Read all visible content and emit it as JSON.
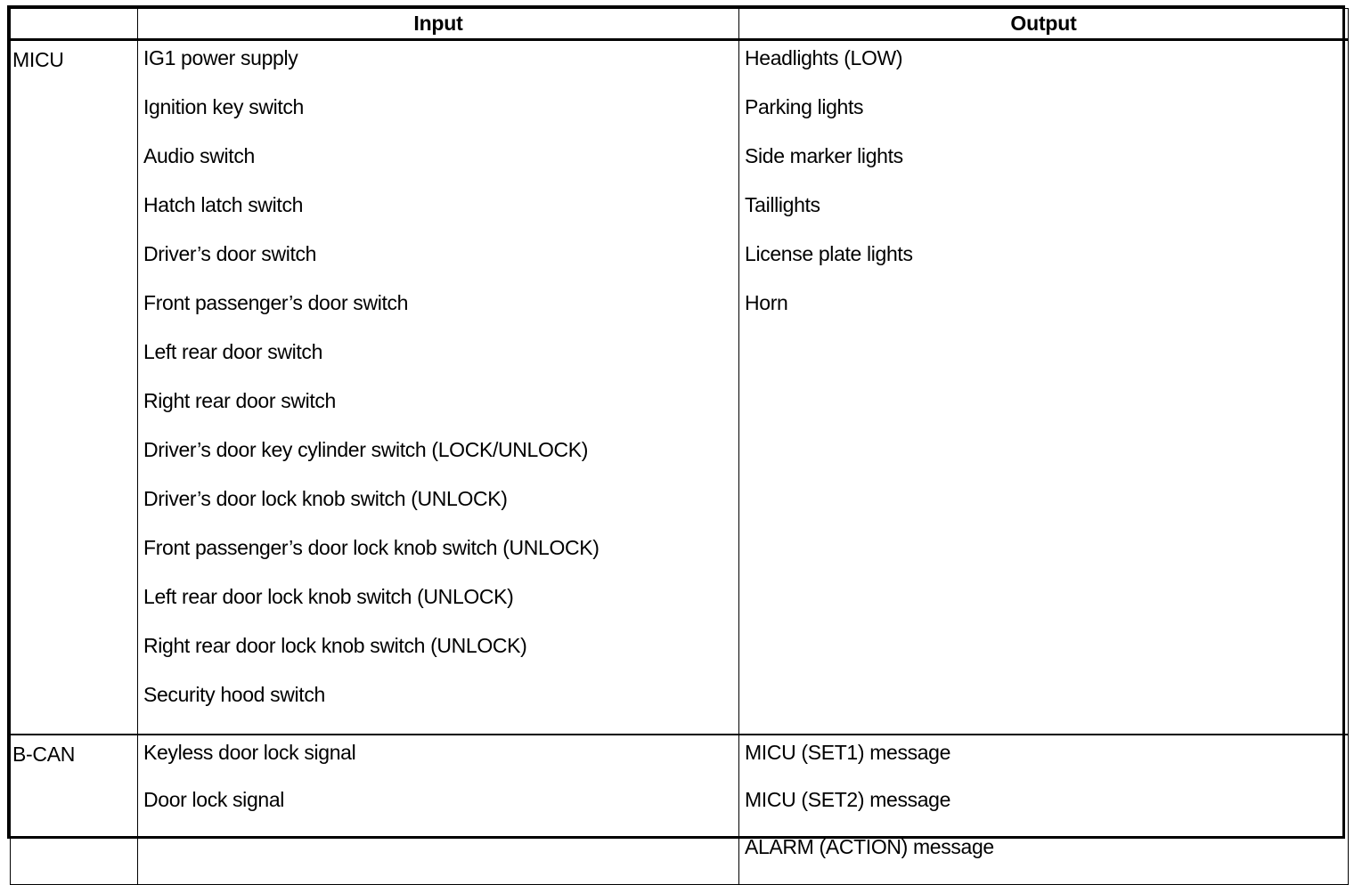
{
  "table": {
    "columns": [
      {
        "key": "system",
        "label": ""
      },
      {
        "key": "input",
        "label": "Input"
      },
      {
        "key": "output",
        "label": "Output"
      }
    ],
    "rows": [
      {
        "system": "MICU",
        "input": [
          "IG1 power supply",
          "Ignition key switch",
          "Audio switch",
          "Hatch latch switch",
          "Driver’s door switch",
          "Front passenger’s door switch",
          "Left rear door switch",
          "Right rear door switch",
          "Driver’s door key cylinder switch (LOCK/UNLOCK)",
          "Driver’s door lock knob switch (UNLOCK)",
          "Front passenger’s door lock knob switch (UNLOCK)",
          "Left rear door lock knob switch (UNLOCK)",
          "Right rear door lock knob switch (UNLOCK)",
          "Security hood switch"
        ],
        "output": [
          "Headlights (LOW)",
          "Parking lights",
          "Side marker lights",
          "Taillights",
          "License plate lights",
          "Horn"
        ]
      },
      {
        "system": "B-CAN",
        "input": [
          "Keyless door lock signal",
          "Door lock signal"
        ],
        "output": [
          "MICU (SET1) message",
          "MICU (SET2) message",
          "ALARM (ACTION) message"
        ]
      }
    ]
  }
}
